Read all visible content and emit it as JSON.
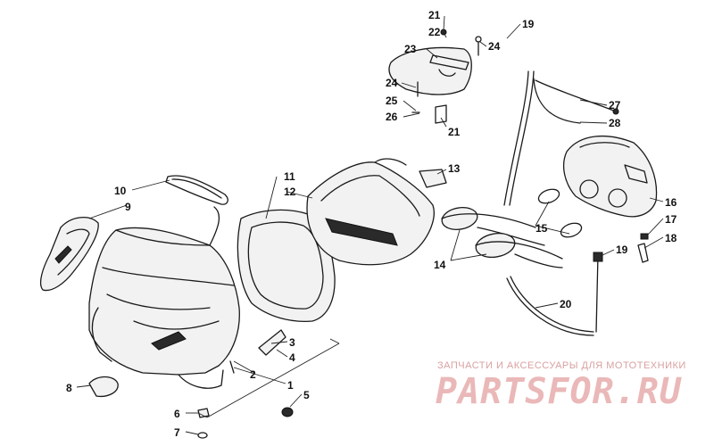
{
  "diagram": {
    "callouts": [
      "1",
      "2",
      "3",
      "4",
      "5",
      "6",
      "7",
      "8",
      "9",
      "10",
      "11",
      "12",
      "13",
      "14",
      "15",
      "16",
      "17",
      "18",
      "19",
      "19",
      "20",
      "21",
      "21",
      "22",
      "23",
      "24",
      "24",
      "25",
      "26",
      "27",
      "28"
    ]
  },
  "watermark": {
    "caption": "ЗАПЧАСТИ И АКСЕССУАРЫ ДЛЯ МОТОТЕХНИКИ",
    "logo": "PARTSFOR.RU"
  }
}
